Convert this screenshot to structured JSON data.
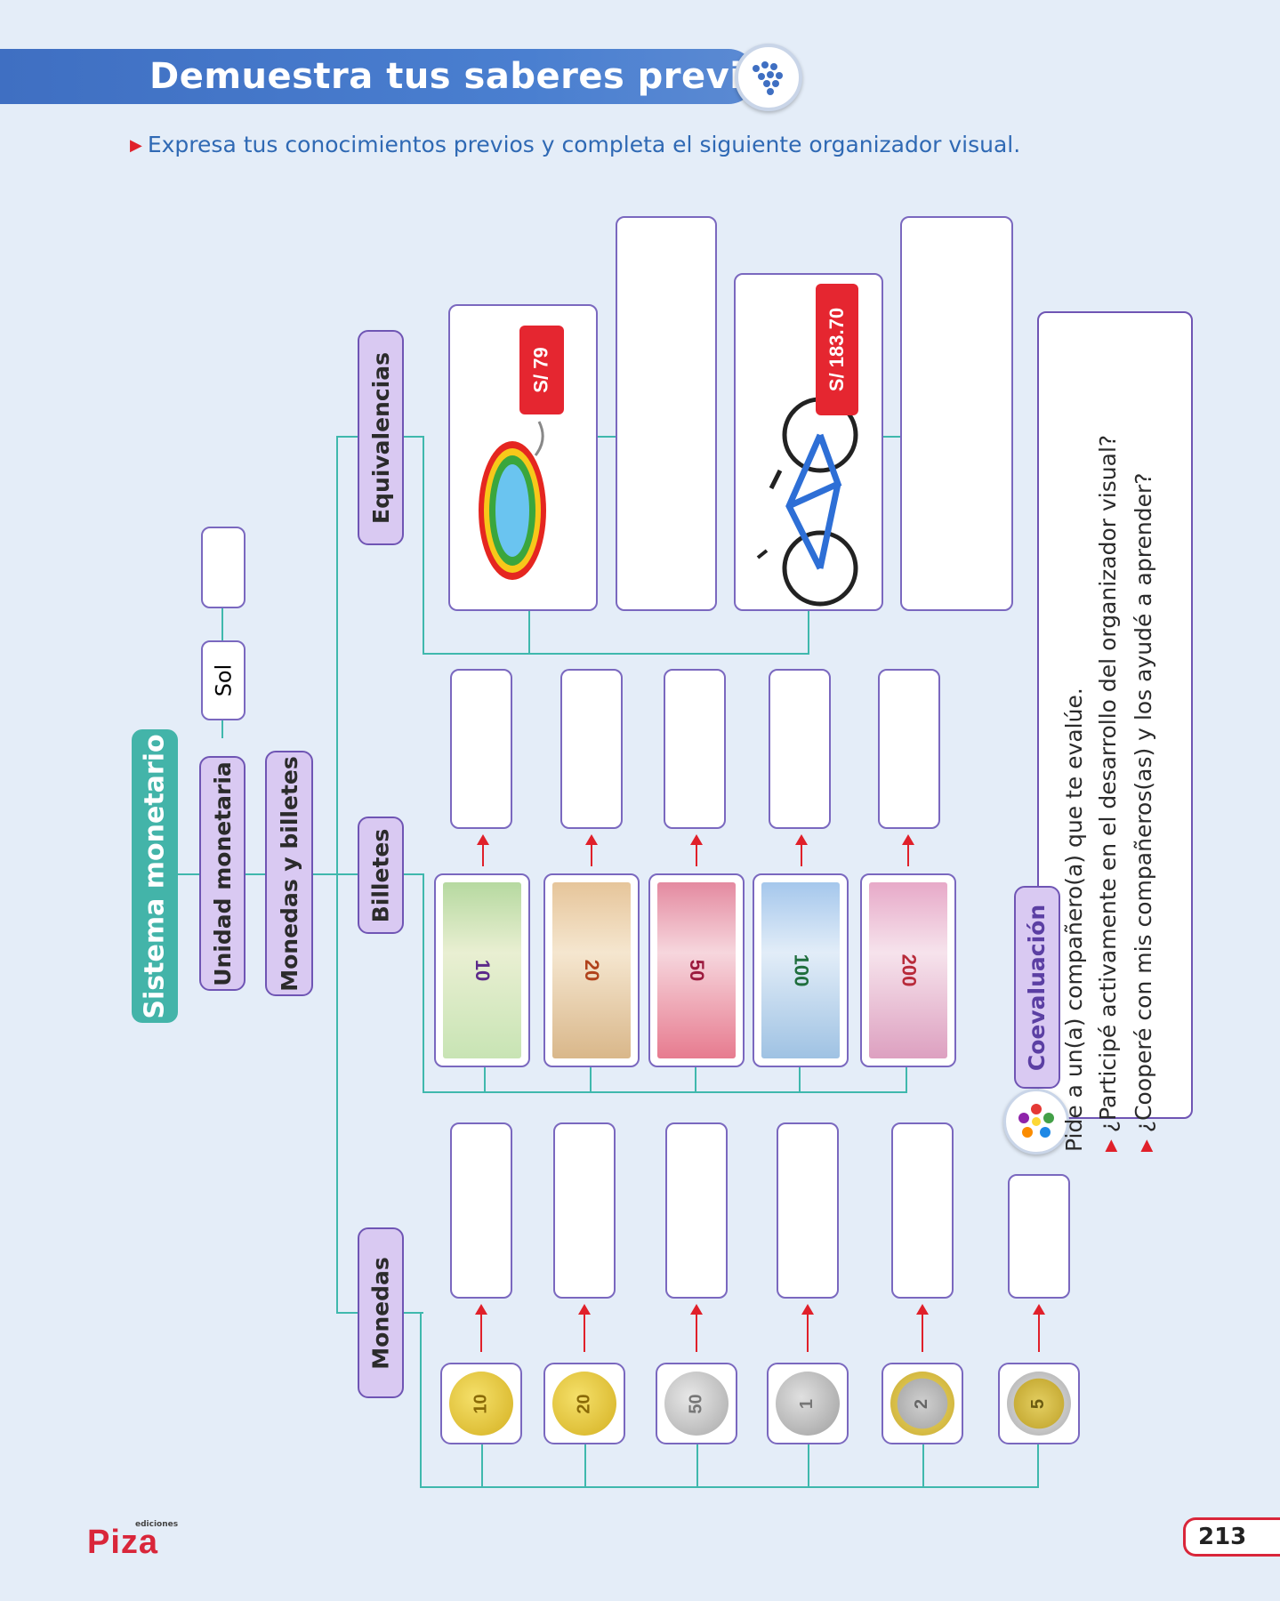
{
  "header": {
    "title": "Demuestra tus saberes previos",
    "instruction": "Expresa tus conocimientos previos y completa el siguiente organizador visual."
  },
  "organizer": {
    "root": "Sistema monetario",
    "unidad": "Unidad monetaria",
    "sol": "Sol",
    "monedas_billetes": "Monedas y billetes",
    "equivalencias": "Equivalencias",
    "billetes": "Billetes",
    "monedas": "Monedas",
    "prices": [
      "S/ 79",
      "S/ 183.70"
    ],
    "bill_values": [
      "10",
      "20",
      "50",
      "100",
      "200"
    ],
    "coin_labels": [
      "10",
      "20",
      "50",
      "1",
      "2",
      "5"
    ]
  },
  "coevaluacion": {
    "title": "Coevaluación",
    "intro": "Pide a un(a) compañero(a) que te evalúe.",
    "q1": "¿Participé activamente en el desarrollo del organizador visual?",
    "q2": "¿Cooperé con mis compañeros(as) y los ayudé a aprender?"
  },
  "footer": {
    "publisher": "Piza",
    "publisher_prefix": "ediciones",
    "page": "213"
  },
  "colors": {
    "header_blue": "#3f6fc2",
    "teal": "#43b4a9",
    "lavender": "#d9c9f2",
    "accent_red": "#e0202a"
  }
}
